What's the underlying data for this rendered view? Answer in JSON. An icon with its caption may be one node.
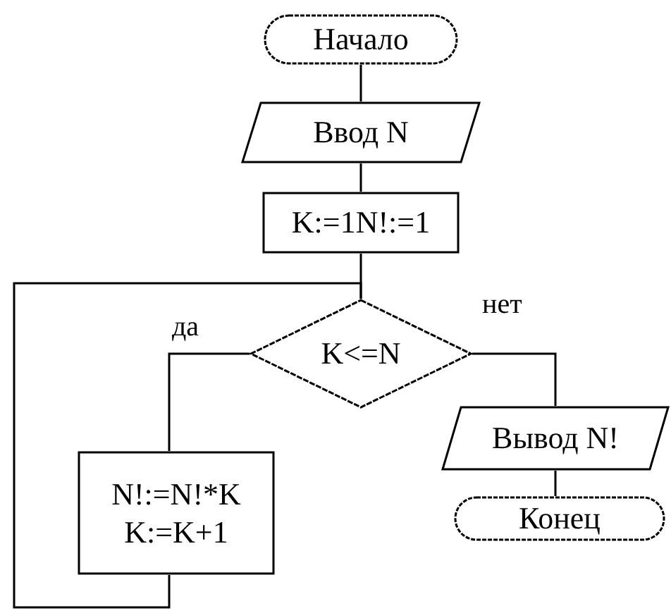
{
  "diagram": {
    "nodes": [
      {
        "text": [
          "Начало"
        ]
      },
      {
        "text": [
          "Ввод N"
        ]
      },
      {
        "text": [
          "K:=1N!:=1"
        ]
      },
      {
        "text": [
          "K<=N"
        ]
      },
      {
        "text": [
          "N!:=N!*K K:=K+1"
        ]
      },
      {
        "text": [
          "Вывод N!"
        ]
      },
      {
        "text": [
          "Конец"
        ]
      }
    ],
    "edges": [
      {
        "from": 0,
        "to": 1,
        "arrow": "none"
      },
      {
        "from": 1,
        "to": 2,
        "arrow": "none"
      },
      {
        "from": 2,
        "to": 3,
        "arrow": "none"
      },
      {
        "from": 3,
        "to": 4,
        "label": "да",
        "arrow": "none"
      },
      {
        "from": 3,
        "to": 5,
        "label": "нет",
        "arrow": "none"
      },
      {
        "from": 5,
        "to": 6,
        "arrow": "none"
      },
      {
        "from": 4,
        "to": 3,
        "arrow": "none"
      }
    ]
  }
}
